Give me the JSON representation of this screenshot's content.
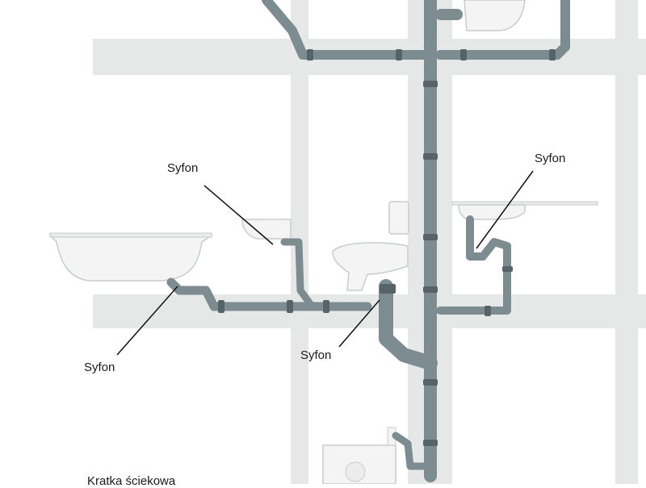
{
  "labels": {
    "trap_upper_left": "Syfon",
    "trap_upper_right": "Syfon",
    "trap_bathtub": "Syfon",
    "trap_toilet": "Syfon",
    "floor_drain": "Kratka ściekowa"
  },
  "colors": {
    "wall": "#e6e8e8",
    "pipe": "#7d8c91",
    "pipe_dark": "#566469",
    "fixture": "#f4f4f4",
    "fixture_outline": "#c9cccc",
    "leader": "#111111"
  }
}
